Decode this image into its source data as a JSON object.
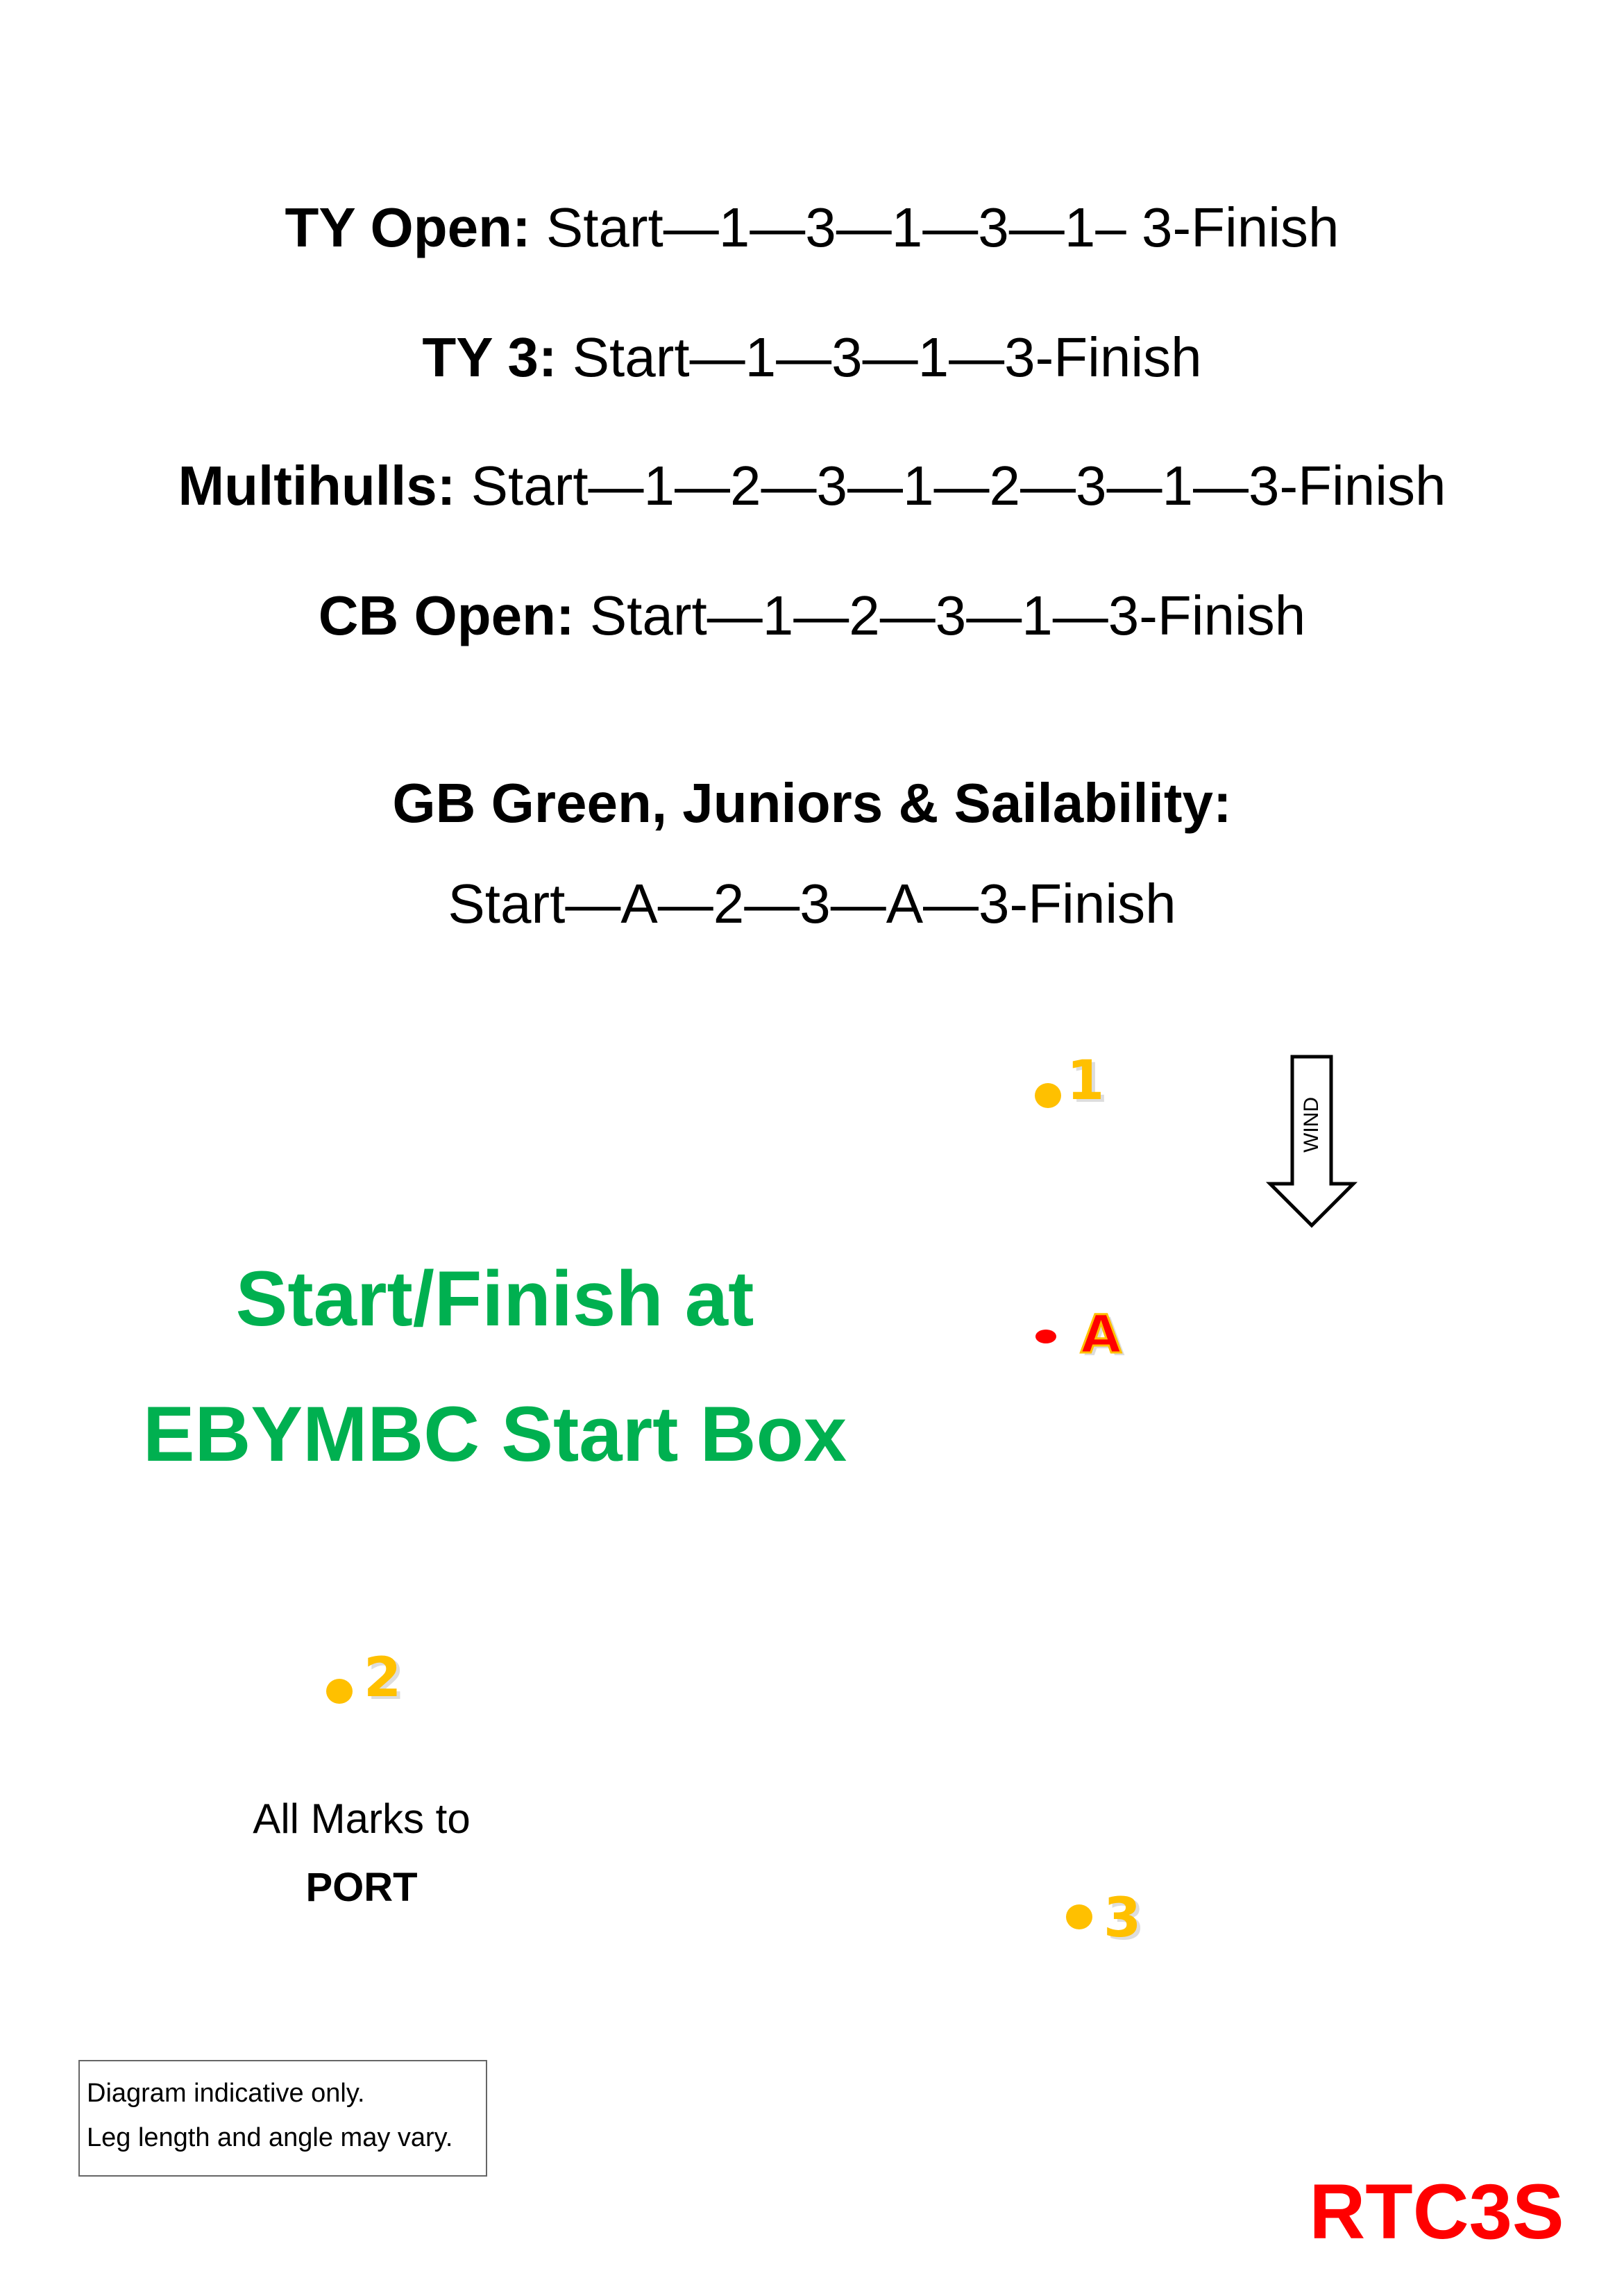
{
  "routes": [
    {
      "label": "TY Open:",
      "course": " Start—1—3—1—3—1– 3-Finish"
    },
    {
      "label": "TY 3:",
      "course": " Start—1—3—1—3-Finish"
    },
    {
      "label": "Multihulls:",
      "course": " Start—1—2—3—1—2—3—1—3-Finish"
    },
    {
      "label": "CB Open:",
      "course": " Start—1—2—3—1—3-Finish"
    }
  ],
  "gb_route": {
    "label": "GB Green, Juniors & Sailability:",
    "course": "Start—A—2—3—A—3-Finish"
  },
  "start_finish": {
    "line1": "Start/Finish at",
    "line2": "EBYMBC Start Box"
  },
  "marks": {
    "m1": "1",
    "mA": "A",
    "m2": "2",
    "m3": "3"
  },
  "wind_label": "WIND",
  "rounding": {
    "line1": "All Marks to",
    "line2": "PORT"
  },
  "note": {
    "line1": "Diagram indicative only.",
    "line2": "Leg length and angle may vary."
  },
  "code": "RTC3S",
  "colors": {
    "green": "#00b050",
    "yellow": "#ffc000",
    "red": "#ff0000"
  }
}
